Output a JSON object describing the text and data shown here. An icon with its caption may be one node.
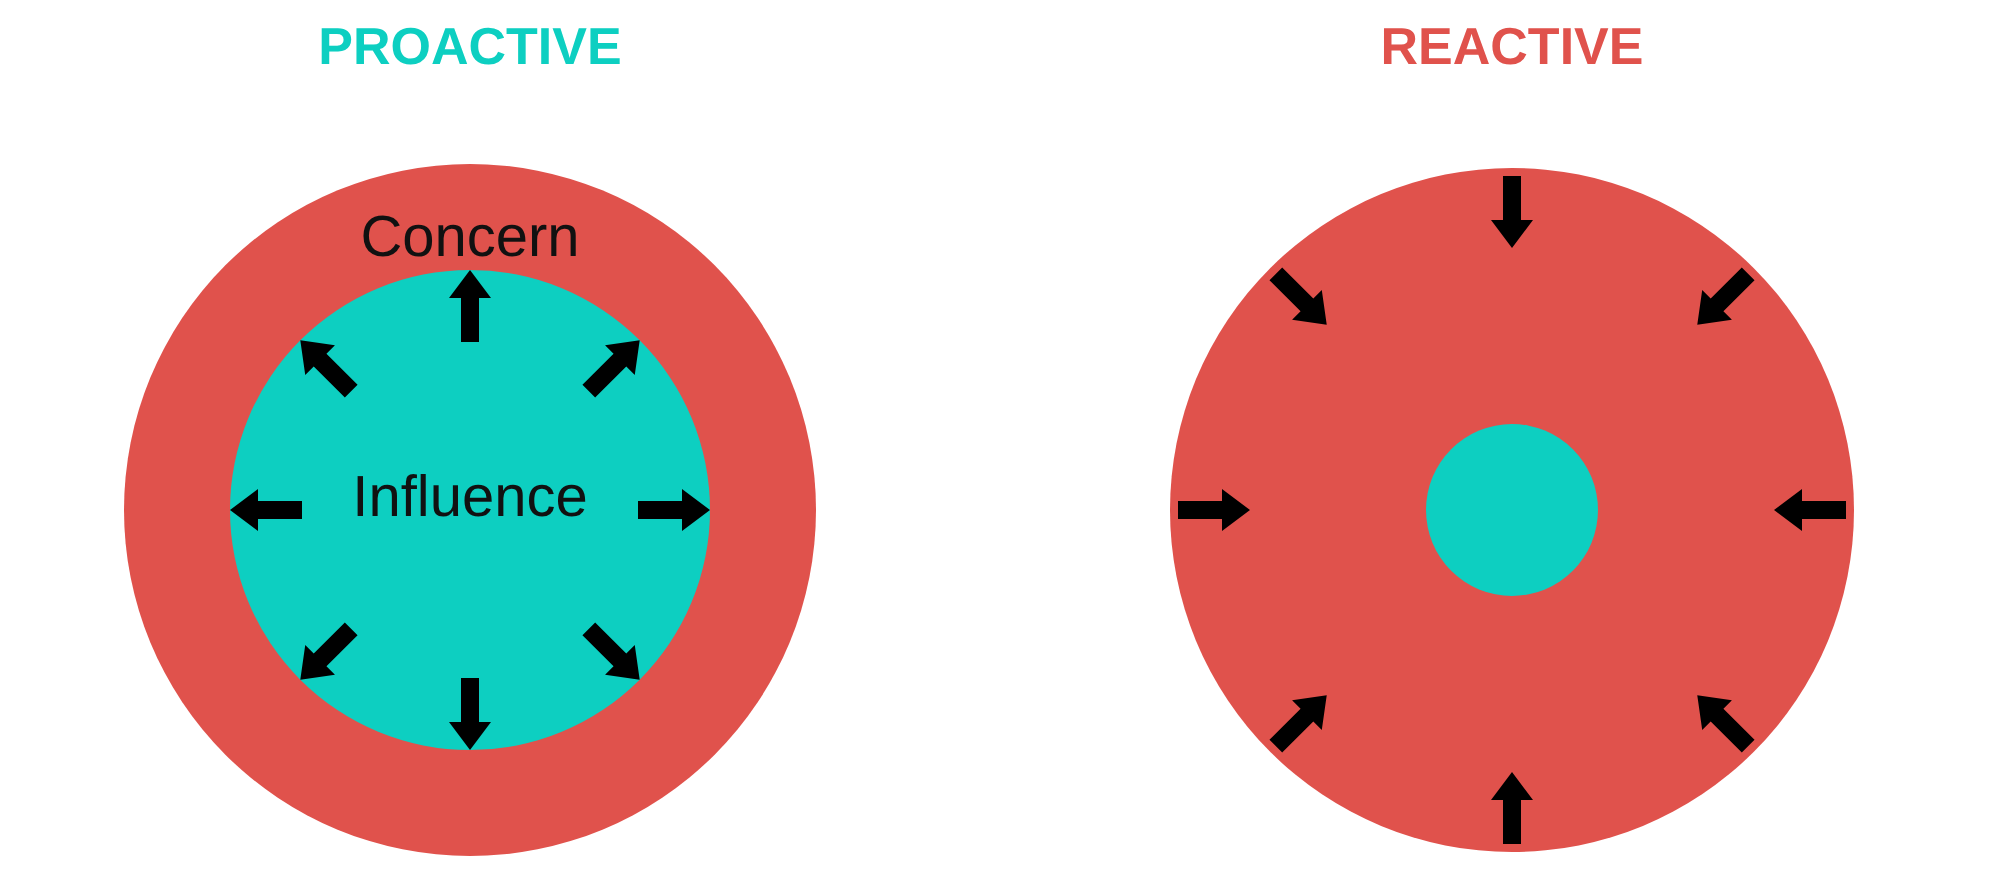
{
  "diagram": {
    "nodes": [
      {
        "text": [
          "Concern"
        ]
      },
      {
        "text": [
          "Influence"
        ],
        "in": 0
      },
      {
        "text": [],
        "shape": "circle"
      },
      {
        "text": [],
        "shape": "circle",
        "in": 2
      }
    ],
    "edges": [],
    "labels": [
      "PROACTIVE",
      "REACTIVE"
    ]
  }
}
